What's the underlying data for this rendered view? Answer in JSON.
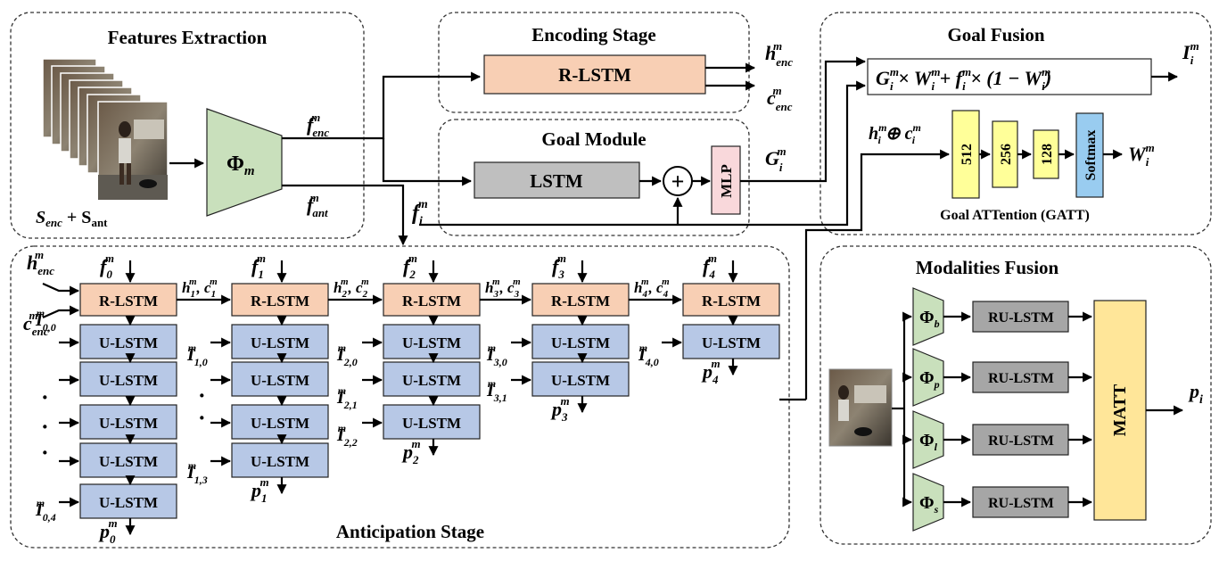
{
  "colors": {
    "rlstm": "#F8CFB4",
    "ulstm": "#B7C8E6",
    "gray": "#BFBFBF",
    "mlp": "#F9D8DB",
    "phi": "#C9E0BC",
    "dense": "#FFFF99",
    "softmax": "#99CCF0",
    "matt": "#FFE699",
    "rulstm": "#A6A6A6"
  },
  "panels": {
    "features": "Features Extraction",
    "encoding": "Encoding Stage",
    "goal_module": "Goal Module",
    "goal_fusion": "Goal Fusion",
    "anticipation": "Anticipation Stage",
    "modalities": "Modalities Fusion"
  },
  "features": {
    "phi": "Φ",
    "phi_sub": "m",
    "input_label": "S",
    "input_sub1": "enc",
    "input_plus": " + S",
    "input_sub2": "ant"
  },
  "encoding": {
    "block": "R-LSTM",
    "h_out": "h",
    "h_sub": "enc",
    "h_sup": "m",
    "c_out": "c",
    "c_sub": "enc",
    "c_sup": "m"
  },
  "feat_labels": {
    "f": "f",
    "enc": "enc",
    "ant": "ant",
    "m": "m",
    "i": "i"
  },
  "goal_module": {
    "lstm": "LSTM",
    "plus": "+",
    "mlp": "MLP",
    "g_out": "G",
    "g_sub": "i",
    "g_sup": "m"
  },
  "goal_fusion": {
    "formula": "G_i^m × W_i^m + f_i^m × (1 − W_i^m)",
    "formula_parts": [
      "G",
      "m",
      "i",
      " × W",
      "m",
      "i",
      " + f",
      "m",
      "i",
      " × (1 − W",
      "m",
      "i",
      ")"
    ],
    "output": "I",
    "output_sup": "m",
    "output_sub": "i",
    "hc": "h",
    "hc_sup": "m",
    "hc_sub": "i",
    "oplus": " ⊕ c",
    "hc2_sup": "m",
    "hc2_sub": "i",
    "dense": [
      "512",
      "256",
      "128"
    ],
    "softmax": "Softmax",
    "w_out": "W",
    "w_sup": "m",
    "w_sub": "i",
    "gatt_label": "Goal ATTention (GATT)"
  },
  "anticipation": {
    "rlstm": "R-LSTM",
    "ulstm": "U-LSTM",
    "h_in": "h",
    "h_in_sub": "enc",
    "h_in_sup": "m",
    "c_in": "c",
    "c_in_sub": "enc",
    "c_in_sup": "m",
    "f_tops": [
      "0",
      "1",
      "2",
      "3",
      "4"
    ],
    "hc_links": [
      "1",
      "2",
      "3",
      "4"
    ],
    "dots": "·",
    "columns": [
      {
        "idx": "0",
        "inputs": [
          "0,0",
          "0,4"
        ],
        "depth": 5,
        "p": "0"
      },
      {
        "idx": "1",
        "inputs": [
          "1,0",
          "1,3"
        ],
        "depth": 4,
        "p": "1"
      },
      {
        "idx": "2",
        "inputs": [
          "2,0",
          "2,1",
          "2,2"
        ],
        "depth": 3,
        "p": "2"
      },
      {
        "idx": "3",
        "inputs": [
          "3,0",
          "3,1"
        ],
        "depth": 2,
        "p": "3"
      },
      {
        "idx": "4",
        "inputs": [
          "4,0"
        ],
        "depth": 1,
        "p": "4"
      }
    ]
  },
  "modalities": {
    "phis": [
      "b",
      "p",
      "l",
      "s"
    ],
    "phi_symbol": "Φ",
    "rulstm": "RU-LSTM",
    "matt": "MATT",
    "output": "p",
    "output_sub": "i"
  }
}
